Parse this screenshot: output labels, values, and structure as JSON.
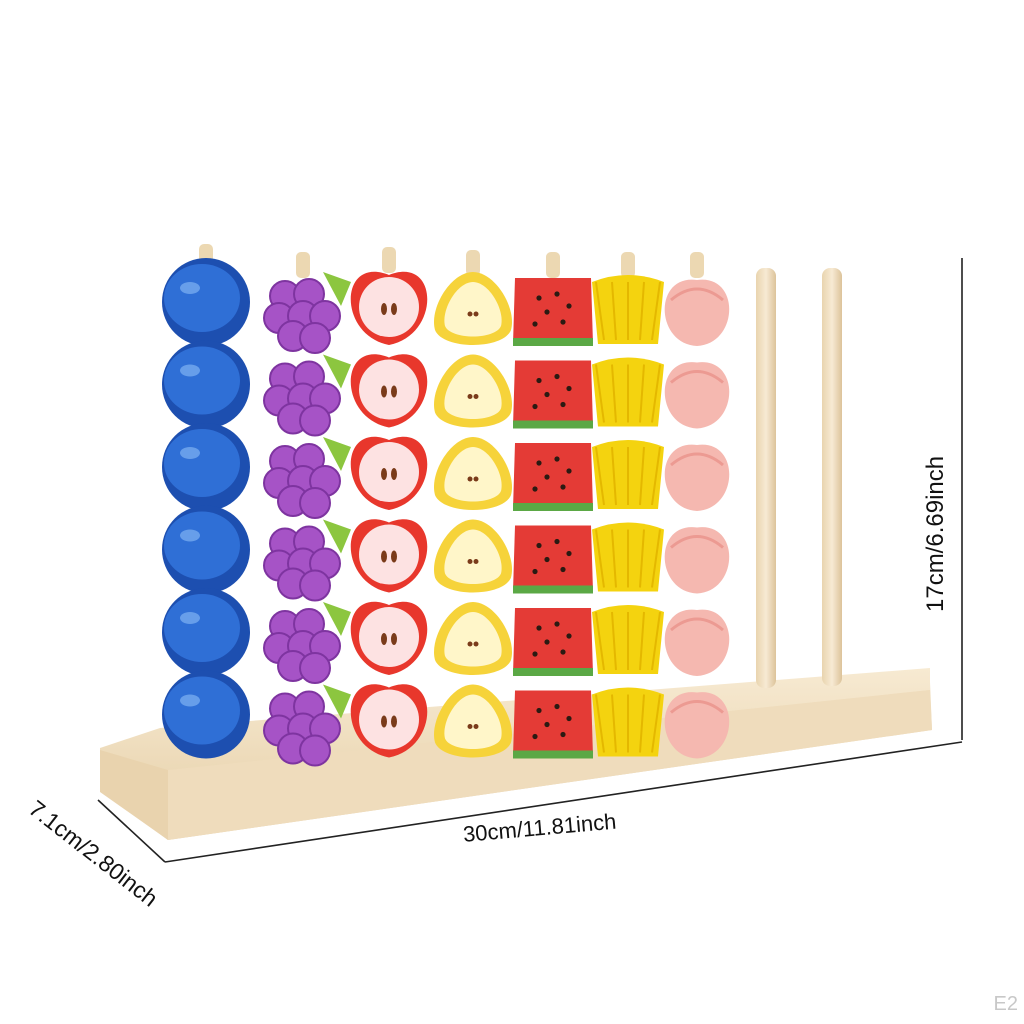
{
  "product": {
    "name": "wooden fruit stacking toy",
    "columns": [
      {
        "fruit": "blueberry",
        "color": "#2f6fd6",
        "shade": "#1d4fb0",
        "count": 6
      },
      {
        "fruit": "grape",
        "color": "#a653c6",
        "shade": "#7e34a0",
        "leaf": "#8cc63f",
        "count": 6
      },
      {
        "fruit": "apple",
        "color": "#e8372c",
        "inner": "#fde2e2",
        "count": 6
      },
      {
        "fruit": "pear",
        "color": "#f6d33a",
        "inner": "#fff6c9",
        "count": 6
      },
      {
        "fruit": "watermelon",
        "color": "#e43b36",
        "rind": "#5ba845",
        "count": 6
      },
      {
        "fruit": "pineapple",
        "color": "#f4d30f",
        "shade": "#e4b800",
        "count": 6
      },
      {
        "fruit": "peach",
        "color": "#f5b8b0",
        "shade": "#ec9a92",
        "count": 6
      }
    ],
    "empty_pegs": 2,
    "wood_color": "#f3e3c6"
  },
  "dimensions": {
    "width": "30cm/11.81inch",
    "height": "17cm/6.69inch",
    "depth": "7.1cm/2.80inch"
  },
  "watermark": "E2"
}
